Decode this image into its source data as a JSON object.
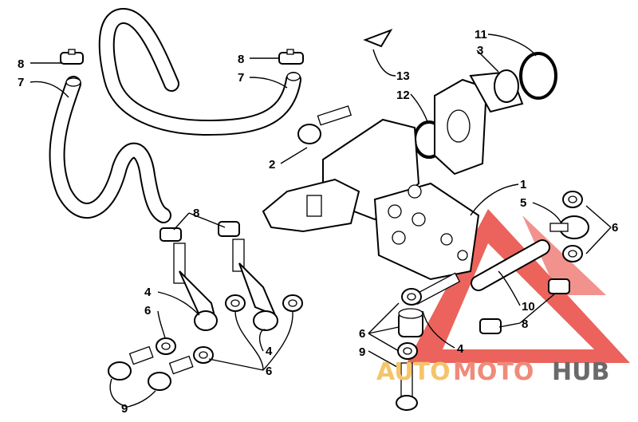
{
  "callouts": [
    {
      "id": "c8a",
      "label": "8"
    },
    {
      "id": "c7a",
      "label": "7"
    },
    {
      "id": "c8b",
      "label": "8"
    },
    {
      "id": "c7b",
      "label": "7"
    },
    {
      "id": "c2",
      "label": "2"
    },
    {
      "id": "c13",
      "label": "13"
    },
    {
      "id": "c12",
      "label": "12"
    },
    {
      "id": "c11",
      "label": "11"
    },
    {
      "id": "c3",
      "label": "3"
    },
    {
      "id": "c1",
      "label": "1"
    },
    {
      "id": "c5",
      "label": "5"
    },
    {
      "id": "c6a",
      "label": "6"
    },
    {
      "id": "c8c",
      "label": "8"
    },
    {
      "id": "c4a",
      "label": "4"
    },
    {
      "id": "c6b",
      "label": "6"
    },
    {
      "id": "c9a",
      "label": "9"
    },
    {
      "id": "c4b",
      "label": "4"
    },
    {
      "id": "c6c",
      "label": "6"
    },
    {
      "id": "c6d",
      "label": "6"
    },
    {
      "id": "c9b",
      "label": "9"
    },
    {
      "id": "c4c",
      "label": "4"
    },
    {
      "id": "c10",
      "label": "10"
    },
    {
      "id": "c8d",
      "label": "8"
    }
  ],
  "watermark": {
    "part1": "AUTO",
    "part2": "MOTO",
    "part3": "HUB",
    "color_auto": "#f5c46a",
    "color_moto": "#f08a7a",
    "color_hub": "#6a6a6a",
    "triangle_color": "#e8483f"
  }
}
